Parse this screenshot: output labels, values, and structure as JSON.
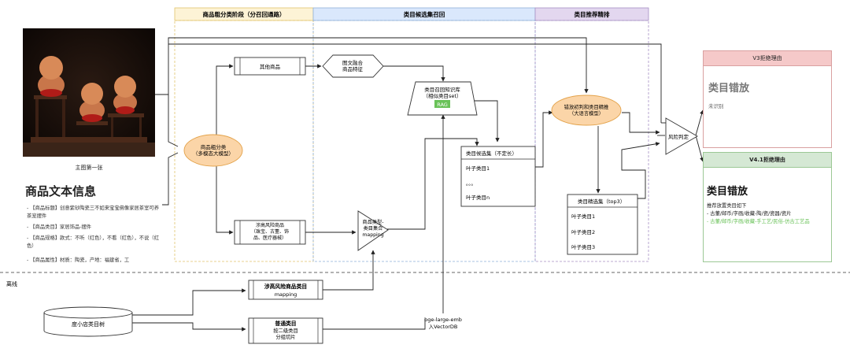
{
  "phases": [
    {
      "label": "商品粗分类阶段（分召回通路）",
      "color": "#fdf3d6",
      "border": "#e2c46b"
    },
    {
      "label": "类目候选集召回",
      "color": "#dae8fc",
      "border": "#8fb0d8"
    },
    {
      "label": "类目推荐精排",
      "color": "#e3d7ef",
      "border": "#a690c4"
    }
  ],
  "photo_caption": "主图第一张",
  "product_info": {
    "title": "商品文本信息",
    "items": [
      "- 【商品标题】创意紫砂陶瓷三不如来宝宝佛像家居茶室可养茶宠摆件",
      "- 【商品类目】家居饰品-摆件",
      "- 【商品规格】款式：不听（红色），不看（红色），不说（红色）",
      "- 【商品属性】材质：陶瓷，产地：福建省，工"
    ]
  },
  "nodes": {
    "coarse_classify": "商品粗分类\n（多模态大模型）",
    "other_goods": "其他商品",
    "risk_goods": "涉高风险商品\n（珠宝、古董、饰\n品、医疗器械）",
    "fusion": "图文融合\n商品特征",
    "kb": "类目召回知识库\n（相似类目set）",
    "kb_tag": "RAG",
    "mapping": "商品类型-\n类目集合\nmapping",
    "candidates": {
      "title": "类目候选集（不定长）",
      "items": [
        "叶子类目1",
        "。。。",
        "叶子类目n"
      ]
    },
    "rerank": "错放初判和类目精推\n（大语言模型）",
    "top3": {
      "title": "类目精选集（top3）",
      "items": [
        "叶子类目1",
        "叶子类目2",
        "叶子类目3"
      ]
    },
    "risk_judge": "风险判定"
  },
  "offline": {
    "label": "离线",
    "tree": "度小店类目树",
    "risk_map_title": "涉高风险商品类目",
    "risk_map_sub": "mapping",
    "normal_title": "普通类目",
    "normal_sub": "按二级类目\n分组切片",
    "emb": "bge-large-emb\n入VectorDB"
  },
  "panels": {
    "v3": {
      "header": "V3拒绝理由",
      "title": "类目错放",
      "body": "未识别"
    },
    "v41": {
      "header": "V4.1拒绝理由",
      "title": "类目错放",
      "intro": "推荐放置类目如下",
      "lines": [
        "- 古董/邮币/字画/收藏-陶/瓷/瓷器/瓷片",
        "- 古董/邮币/字画/收藏-手工艺/民俗-仿古工艺品"
      ]
    }
  },
  "colors": {
    "orange_fill": "#fbd5a8",
    "orange_stroke": "#e3a24a",
    "green_hl": "#6ac259",
    "red_header": "#f5c9c9",
    "green_header": "#d5e8d4"
  }
}
